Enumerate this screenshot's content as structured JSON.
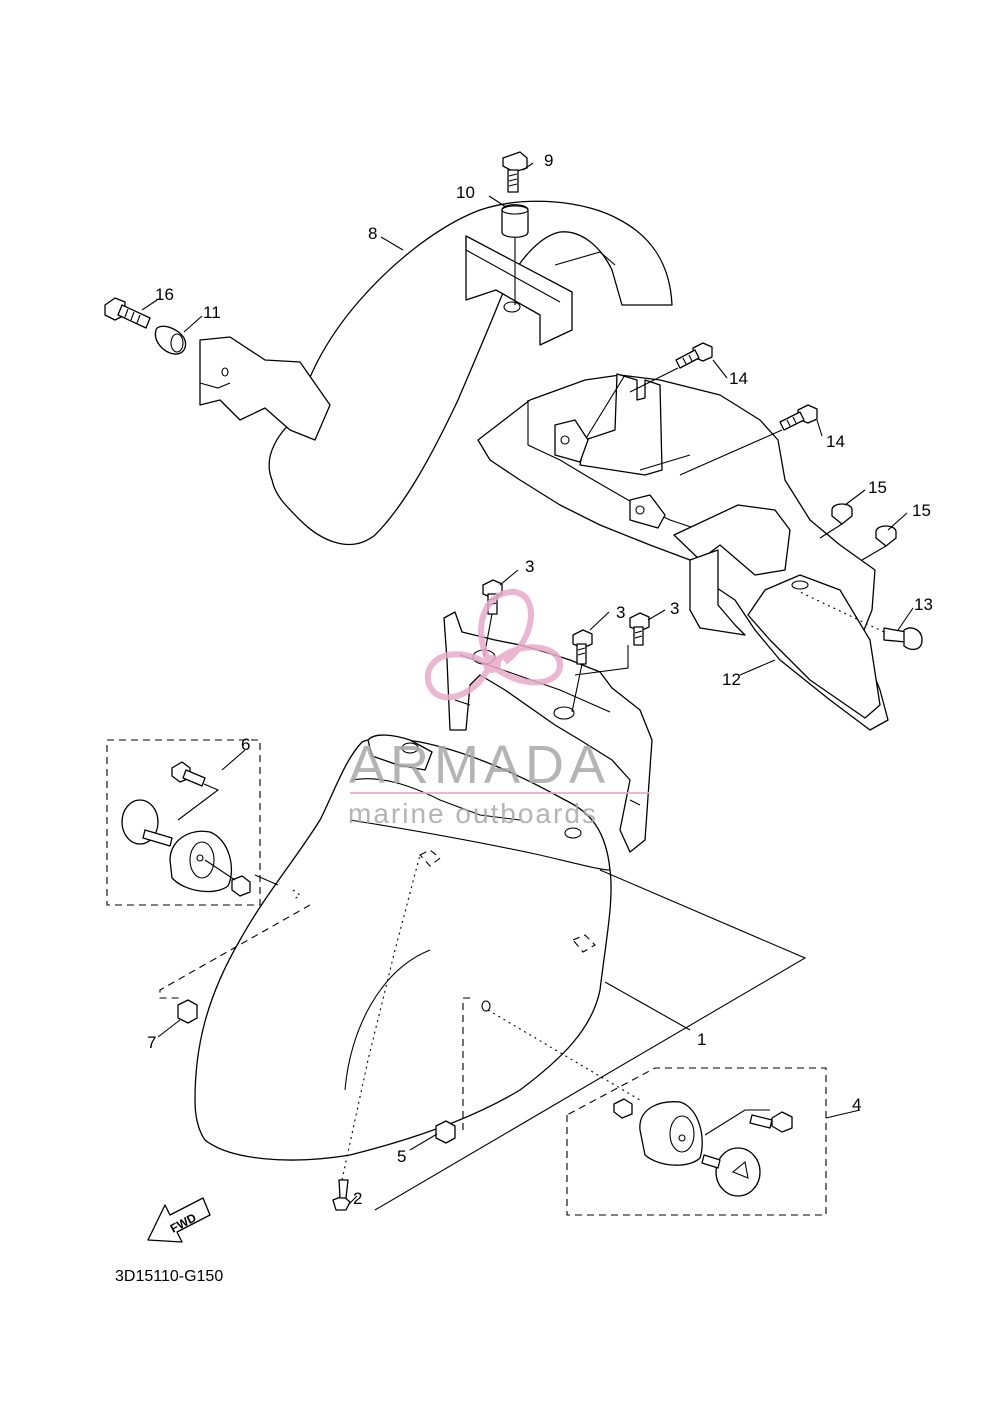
{
  "diagram": {
    "code": "3D15110-G150",
    "fwd_label": "FWD",
    "callouts": [
      {
        "id": "1",
        "text": "1"
      },
      {
        "id": "2",
        "text": "2"
      },
      {
        "id": "3a",
        "text": "3"
      },
      {
        "id": "3b",
        "text": "3"
      },
      {
        "id": "3c",
        "text": "3"
      },
      {
        "id": "4",
        "text": "4"
      },
      {
        "id": "5",
        "text": "5"
      },
      {
        "id": "6",
        "text": "6"
      },
      {
        "id": "7",
        "text": "7"
      },
      {
        "id": "8",
        "text": "8"
      },
      {
        "id": "9",
        "text": "9"
      },
      {
        "id": "10",
        "text": "10"
      },
      {
        "id": "11",
        "text": "11"
      },
      {
        "id": "12",
        "text": "12"
      },
      {
        "id": "13",
        "text": "13"
      },
      {
        "id": "14a",
        "text": "14"
      },
      {
        "id": "14b",
        "text": "14"
      },
      {
        "id": "15a",
        "text": "15"
      },
      {
        "id": "15b",
        "text": "15"
      },
      {
        "id": "16",
        "text": "16"
      }
    ]
  },
  "watermark": {
    "brand": "ARMADA",
    "tagline": "marine outboards",
    "color": "#e9a9c8"
  }
}
